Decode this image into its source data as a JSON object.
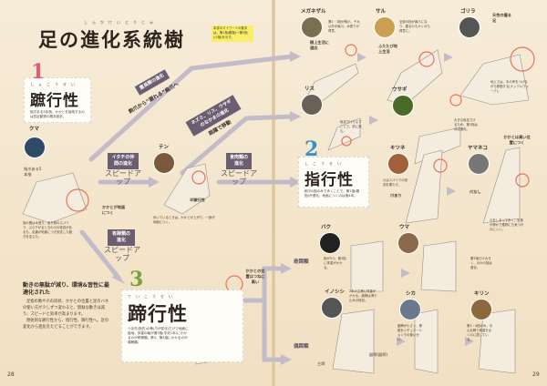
{
  "title": {
    "text": "足の進化系統樹",
    "ruby": "しんかけいとうじゅ"
  },
  "note": "本書のマイワーミの数字は、第1指(親指)〜第5指(小指)を示す。",
  "section1": {
    "number": "1",
    "heading": "蹠行性",
    "ruby": "しょこうせい",
    "desc": "指爪ある5本指、かかとを接地するのは四足動物の基本設計。"
  },
  "section2": {
    "number": "2",
    "heading": "指行性",
    "ruby": "しこうせい",
    "desc": "鉤爪&指のみで歩くことで、第1指(親指)が退化。地面につくのは指4本。"
  },
  "section3": {
    "number": "3",
    "heading": "蹄行性",
    "ruby": "ていこうせい",
    "desc": "つま先(指先)の骨(爪が変化)だけで地面に接地。体重の軸が第3指(中央1本)にかかるのが奇蹄類、第3、第4指にかかるのが偶蹄類。"
  },
  "bear": {
    "name": "クマ",
    "callout": "指爪ある5本指",
    "heel": "かかとが地面につく",
    "desc": "指の間は木登り、走り時のスパイク、ぶら下がるときの爪の役割があるも、足裏が地面につき安定した動きを支えた。"
  },
  "branches": {
    "primate": {
      "tag": "霊長類の進化",
      "caption": "鉤爪から“握れる”扁爪へ"
    },
    "rodent": {
      "tag": "ネズミ、リス、ウサギのなかまの進化",
      "caption": "跳躍で移動"
    },
    "weasel": {
      "tag": "イタチの仲間の進化",
      "speed": "スピードアップ"
    },
    "carnivore": {
      "tag": "食肉類の進化",
      "speed": "スピードアップ"
    },
    "ungulate": {
      "tag": "有蹄類の進化",
      "speed": "スピードアップ"
    }
  },
  "marten": {
    "name": "テン",
    "type": "半蹠行性",
    "desc": "歩いているときは、かかとが上がり、一部が地面につく。"
  },
  "tarsier": {
    "name": "メガネザル",
    "desc": "第2・3指が鉤爪、それ以外が扁爪。木登りが得意。",
    "callout": "樹上生活に適応"
  },
  "monkey": {
    "name": "サル",
    "desc": "全部の指が扁爪になり、握るのもかくのも得意に。",
    "callout": "ふたたび地上生活"
  },
  "gorilla": {
    "name": "ゴリラ",
    "callout": "天性の握る足",
    "desc": "地上では、手の甲をつけながら移動する(ナックルウォーク)。"
  },
  "squirrel": {
    "name": "リス",
    "desc": "後足でけりよすことで、前に進む。"
  },
  "rabbit": {
    "name": "ウサギ",
    "desc": "大きな後足でけるため、第1指はほぼ退化。"
  },
  "fox": {
    "name": "キツネ",
    "desc": "爪はスパイクの役割を果たす。",
    "callout": "爪あり"
  },
  "wildcat": {
    "name": "ヤマネコ",
    "callout": "爪なし",
    "desc": "爪をしまっておく。足音が静かで獲物にも気づかれにくい。",
    "heel": "かかとは高い位置につく"
  },
  "ungulates": {
    "odd": "奇蹄類",
    "even": "偶蹄類",
    "heel": "かかとの位置はつねに高い",
    "tapir": {
      "name": "バク",
      "desc": "指が3つ。第3指に体重がかかる。"
    },
    "horse": {
      "name": "ウマ",
      "desc": "第3指だけ大きく、ほかの指は退化。"
    },
    "boar": {
      "name": "イノシシ",
      "desc": "2本の主蹄に体重がかかる。副蹄は滑り止めの役割。",
      "main": "主蹄",
      "sub": "副蹄(副蹄)"
    },
    "deer": {
      "name": "シカ",
      "desc": "副蹄が小さく、移動をシチュエーションでの使い分け。"
    },
    "giraffe": {
      "name": "キリン",
      "desc": "第3・4指のみ。中心な蹄で体重をまくのに適している。"
    }
  },
  "summary": {
    "heading": "動きの無駄が減り、環境&習性に最適化された",
    "body1": "足指の数や爪の形状、かかとの位置と足のバネの使い方が少しずつ変わると、無駄な動きは減り、スピードと効率が高まります。",
    "body2": "原始的な蹠行性から、指行性、蹄行性へ。足の変化から進化をたどることができます。"
  },
  "pages": {
    "left": "28",
    "right": "29"
  },
  "colors": {
    "accent1": "#d95f7e",
    "accent2": "#3a90c8",
    "accent3": "#7aa23a",
    "path": "#bdb6c4",
    "tag": "#6b5e70",
    "circle": "#e8735a"
  }
}
